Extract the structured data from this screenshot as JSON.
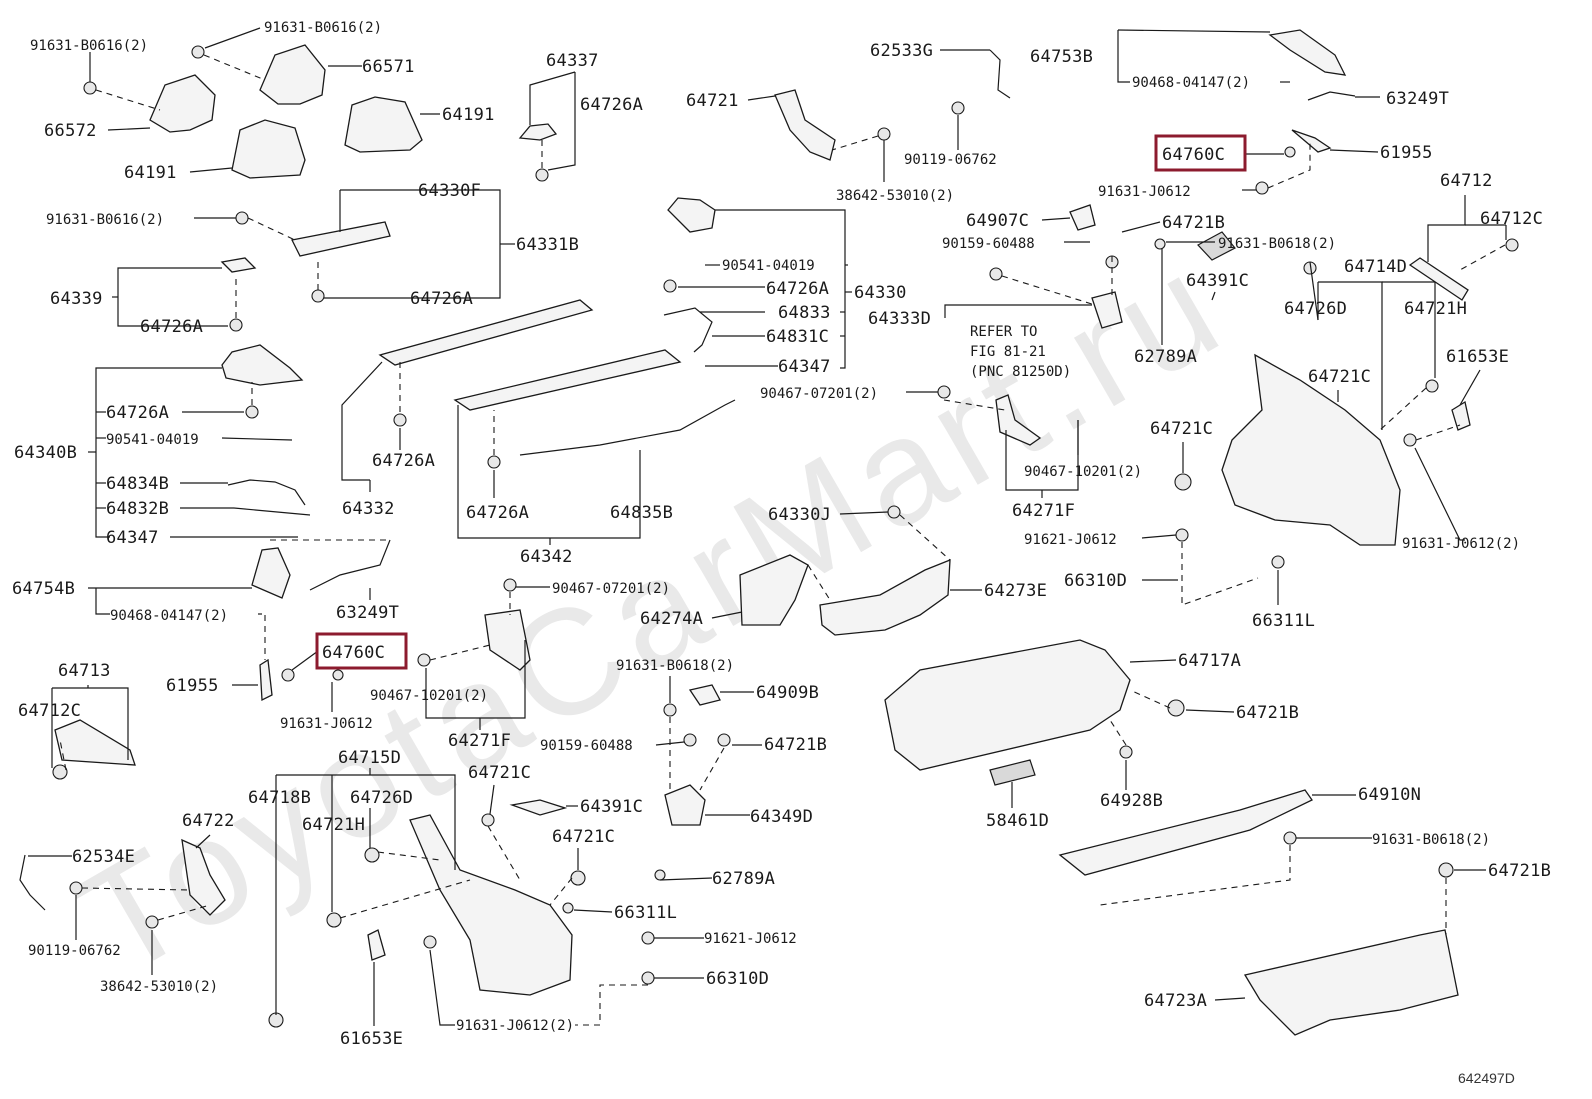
{
  "watermark": "ToyotaCarMart.ru",
  "figure_number": "642497D",
  "refer_note": {
    "line1": "REFER TO",
    "line2": "FIG 81-21",
    "line3": "(PNC 81250D)"
  },
  "highlight_color": "#8c1b2e",
  "labels": {
    "p91631_B0616_2_a": "91631-B0616(2)",
    "p91631_B0616_2_b": "91631-B0616(2)",
    "p91631_B0616_2_c": "91631-B0616(2)",
    "p66571": "66571",
    "p66572": "66572",
    "p64191_a": "64191",
    "p64191_b": "64191",
    "p64337": "64337",
    "p64726A_a": "64726A",
    "p64721_top": "64721",
    "p62533G": "62533G",
    "p90119_06762_a": "90119-06762",
    "p38642_53010_2_a": "38642-53010(2)",
    "p64753B": "64753B",
    "p90468_04147_2_a": "90468-04147(2)",
    "p63249T_a": "63249T",
    "p64760C_a": "64760C",
    "p61955_a": "61955",
    "p91631_J0612_a": "91631-J0612",
    "p64330F": "64330F",
    "p64331B": "64331B",
    "p64726A_b": "64726A",
    "p64339": "64339",
    "p64726A_c": "64726A",
    "p90541_04019_a": "90541-04019",
    "p64726A_d": "64726A",
    "p64330": "64330",
    "p64833": "64833",
    "p64831C": "64831C",
    "p64347_a": "64347",
    "p90467_07201_2_a": "90467-07201(2)",
    "p64907C": "64907C",
    "p64721B_a": "64721B",
    "p90159_60488_a": "90159-60488",
    "p91631_B0618_2_a": "91631-B0618(2)",
    "p64333D": "64333D",
    "p64391C_a": "64391C",
    "p62789A_a": "62789A",
    "p64712": "64712",
    "p64712C_a": "64712C",
    "p64714D": "64714D",
    "p64726D_a": "64726D",
    "p64721H_a": "64721H",
    "p64721C_a": "64721C",
    "p61653E_a": "61653E",
    "p64721C_b": "64721C",
    "p90467_10201_2_a": "90467-10201(2)",
    "p64271F_a": "64271F",
    "p91621_J0612_a": "91621-J0612",
    "p66310D_a": "66310D",
    "p66311L_a": "66311L",
    "p91631_J0612_2_a": "91631-J0612(2)",
    "p64340B": "64340B",
    "p64726A_e": "64726A",
    "p90541_04019_b": "90541-04019",
    "p64834B": "64834B",
    "p64832B": "64832B",
    "p64347_b": "64347",
    "p64726A_f": "64726A",
    "p64332": "64332",
    "p64726A_g": "64726A",
    "p64835B": "64835B",
    "p64342": "64342",
    "p64330J": "64330J",
    "p64754B": "64754B",
    "p90468_04147_2_b": "90468-04147(2)",
    "p63249T_b": "63249T",
    "p90467_07201_2_b": "90467-07201(2)",
    "p64274A": "64274A",
    "p64273E": "64273E",
    "p64760C_b": "64760C",
    "p61955_b": "61955",
    "p91631_J0612_b": "91631-J0612",
    "p90467_10201_2_b": "90467-10201(2)",
    "p64271F_b": "64271F",
    "p91631_B0618_2_b": "91631-B0618(2)",
    "p64909B": "64909B",
    "p64717A": "64717A",
    "p64721B_b": "64721B",
    "p64713": "64713",
    "p64712C_b": "64712C",
    "p90159_60488_b": "90159-60488",
    "p64721B_c": "64721B",
    "p64715D": "64715D",
    "p64721C_c": "64721C",
    "p64718B": "64718B",
    "p64726D_b": "64726D",
    "p64391C_b": "64391C",
    "p64349D": "64349D",
    "p64928B": "64928B",
    "p58461D": "58461D",
    "p64910N": "64910N",
    "p64722": "64722",
    "p64721H_b": "64721H",
    "p64721C_d": "64721C",
    "p62534E": "62534E",
    "p62789A_b": "62789A",
    "p91631_B0618_2_c": "91631-B0618(2)",
    "p64721B_d": "64721B",
    "p66311L_b": "66311L",
    "p90119_06762_b": "90119-06762",
    "p91621_J0612_b": "91621-J0612",
    "p38642_53010_2_b": "38642-53010(2)",
    "p66310D_b": "66310D",
    "p64723A": "64723A",
    "p61653E_b": "61653E",
    "p91631_J0612_2_b": "91631-J0612(2)"
  }
}
